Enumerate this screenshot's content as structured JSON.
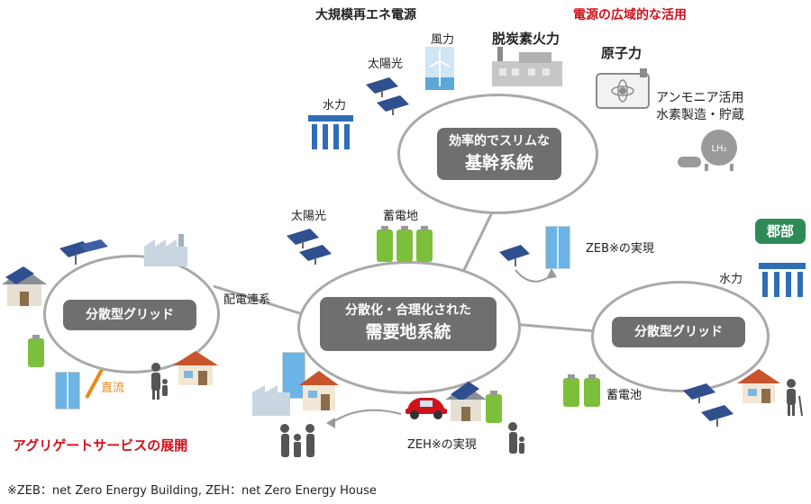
{
  "headings": {
    "renewable": "大規模再エネ電源",
    "wide_area": "電源の広域的な活用",
    "decarb_thermal": "脱炭素火力",
    "nuclear": "原子力",
    "aggregate": "アグリゲートサービスの展開",
    "region": "郡部"
  },
  "labels": {
    "wind": "風力",
    "solar_top": "太陽光",
    "hydro_top": "水力",
    "ammonia_line1": "アンモニア活用",
    "ammonia_line2": "水素製造・貯蔵",
    "hydrogen_tank": "LH₂",
    "solar_mid": "太陽光",
    "battery_mid": "蓄電地",
    "zeb": "ZEB※の実現",
    "hydro_right": "水力",
    "distribution": "配電連系",
    "dc": "直流",
    "battery_right": "蓄電池",
    "zeh": "ZEH※の実現"
  },
  "nodes": {
    "trunk_line1": "効率的でスリムな",
    "trunk_line2": "基幹系統",
    "demand_line1": "分散化・合理化された",
    "demand_line2": "需要地系統",
    "grid_left": "分散型グリッド",
    "grid_right": "分散型グリッド"
  },
  "footnote": "※ZEB：net Zero Energy Building, ZEH：net Zero Energy House",
  "colors": {
    "red": "#d0121b",
    "pill": "#6f6f6f",
    "ring": "#a9a9a9",
    "region_badge": "#2e8b57",
    "hydro_blue": "#2f6db5",
    "battery_green": "#7cbf3a",
    "dc_orange": "#e8891a"
  }
}
